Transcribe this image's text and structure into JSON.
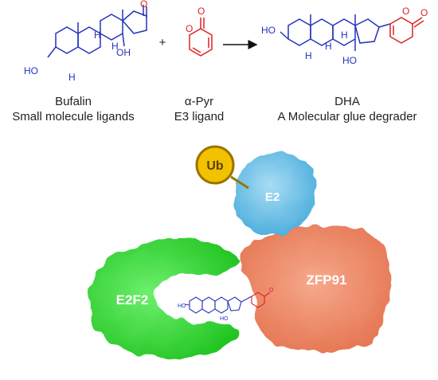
{
  "scheme": {
    "left": {
      "line1": "Bufalin",
      "line2": "Small molecule ligands"
    },
    "plus": "+",
    "middle": {
      "line1": "α-Pyr",
      "line2": "E3 ligand"
    },
    "right": {
      "line1": "DHA",
      "line2": "A Molecular glue degrader"
    }
  },
  "atoms": {
    "oxygen": "O",
    "hydroxyl_left": "HO",
    "hydroxyl": "OH",
    "hydroxyl_bottom": "HO",
    "hydrogen": "H"
  },
  "proteins": {
    "ubiquitin": "Ub",
    "e2": "E2",
    "e3": "ZFP91",
    "target": "E2F2"
  },
  "colors": {
    "scaffold": "#2233bb",
    "pyrone": "#dd2222",
    "ub_fill": "#f2c200",
    "ub_stroke": "#9a7400",
    "e2": "#6ec3e8",
    "zfp91": "#f08a6a",
    "e2f2": "#3fd83f"
  }
}
